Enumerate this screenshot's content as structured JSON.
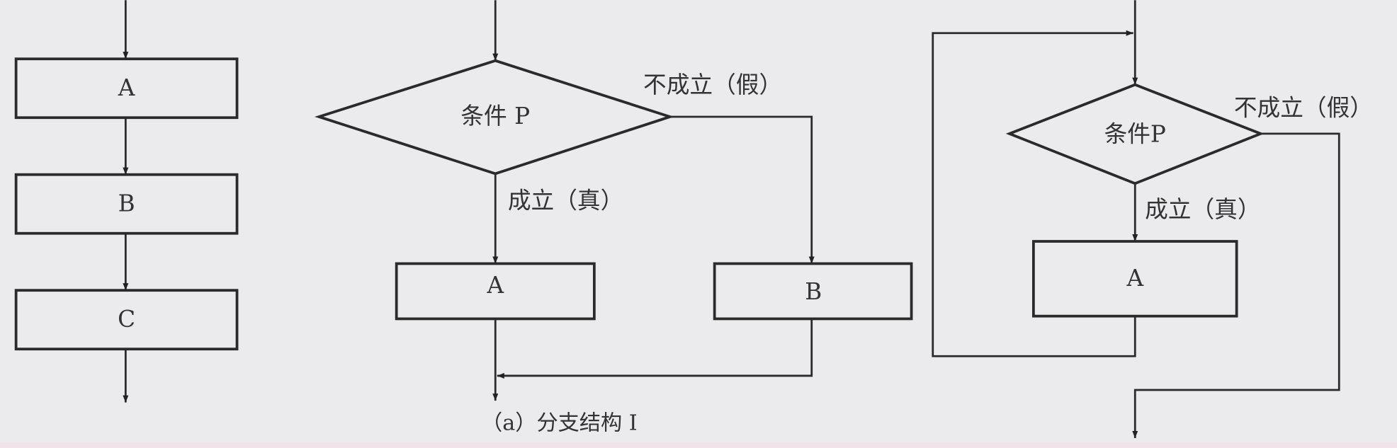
{
  "sequence": {
    "boxes": [
      "A",
      "B",
      "C"
    ]
  },
  "branch": {
    "condition": "条件 P",
    "false_label": "不成立（假）",
    "true_label": "成立（真）",
    "box_true": "A",
    "box_false": "B",
    "caption": "（a）分支结构 I"
  },
  "loop": {
    "condition": "条件P",
    "false_label": "不成立（假）",
    "true_label": "成立（真）",
    "box": "A"
  }
}
